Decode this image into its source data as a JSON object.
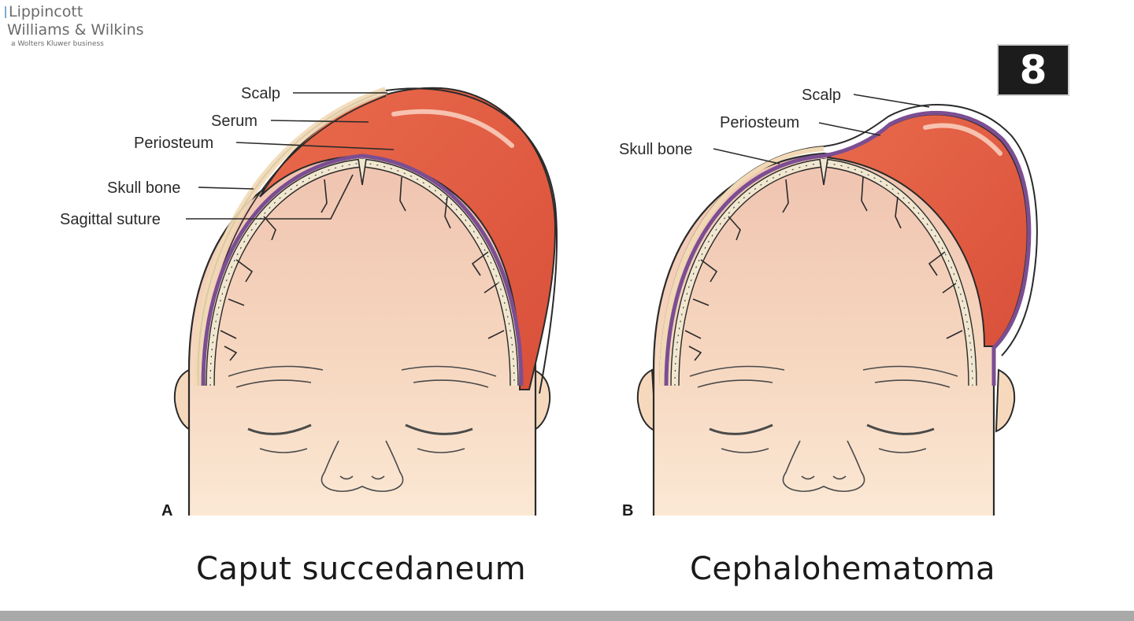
{
  "publisher": {
    "line1": "Lippincott",
    "line2": "Williams & Wilkins",
    "line3": "a Wolters Kluwer business"
  },
  "page_number": "8",
  "panels": [
    {
      "letter": "A",
      "caption": "Caput succedaneum",
      "labels": {
        "scalp": "Scalp",
        "serum": "Serum",
        "periosteum": "Periosteum",
        "skull_bone": "Skull bone",
        "sagittal_suture": "Sagittal suture"
      }
    },
    {
      "letter": "B",
      "caption": "Cephalohematoma",
      "labels": {
        "scalp": "Scalp",
        "periosteum": "Periosteum",
        "skull_bone": "Skull bone"
      }
    }
  ],
  "colors": {
    "skin": "#f5d9bf",
    "scalp": "#f1d9b5",
    "fluid": "#e0644a",
    "periosteum": "#7b4e92",
    "brain": "#f0c6b3"
  }
}
